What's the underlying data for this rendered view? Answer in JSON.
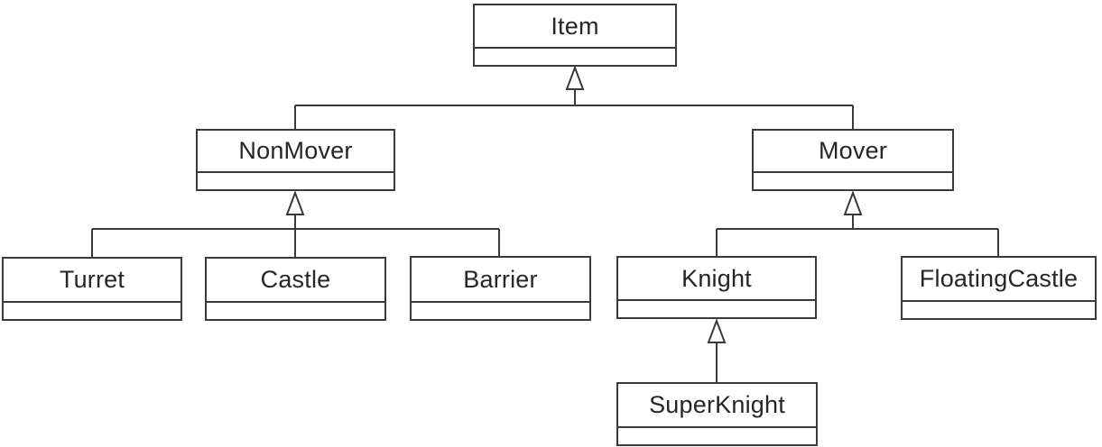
{
  "diagram": {
    "type": "uml-class-diagram",
    "colors": {
      "line": "#3a3a3a",
      "text": "#262626",
      "background": "#ffffff"
    },
    "nodes": [
      {
        "id": "item",
        "label": "Item"
      },
      {
        "id": "nonmover",
        "label": "NonMover"
      },
      {
        "id": "mover",
        "label": "Mover"
      },
      {
        "id": "turret",
        "label": "Turret"
      },
      {
        "id": "castle",
        "label": "Castle"
      },
      {
        "id": "barrier",
        "label": "Barrier"
      },
      {
        "id": "knight",
        "label": "Knight"
      },
      {
        "id": "floatingcastle",
        "label": "FloatingCastle"
      },
      {
        "id": "superknight",
        "label": "SuperKnight"
      }
    ],
    "edges": [
      {
        "from": "NonMover",
        "to": "Item",
        "type": "inheritance"
      },
      {
        "from": "Mover",
        "to": "Item",
        "type": "inheritance"
      },
      {
        "from": "Turret",
        "to": "NonMover",
        "type": "inheritance"
      },
      {
        "from": "Castle",
        "to": "NonMover",
        "type": "inheritance"
      },
      {
        "from": "Barrier",
        "to": "NonMover",
        "type": "inheritance"
      },
      {
        "from": "Knight",
        "to": "Mover",
        "type": "inheritance"
      },
      {
        "from": "FloatingCastle",
        "to": "Mover",
        "type": "inheritance"
      },
      {
        "from": "SuperKnight",
        "to": "Knight",
        "type": "inheritance"
      }
    ]
  }
}
